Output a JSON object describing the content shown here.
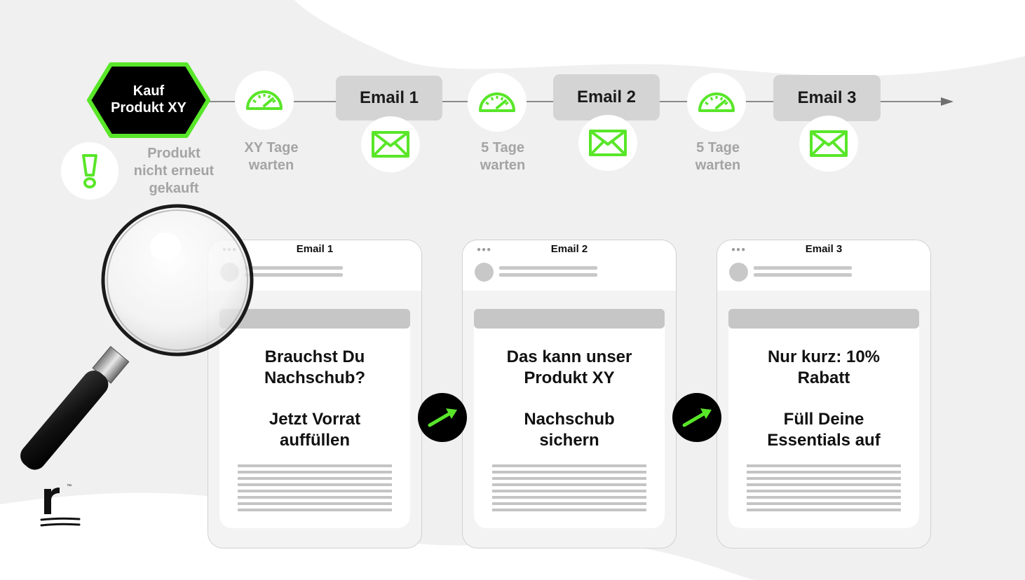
{
  "start": {
    "title": "Kauf Produkt XY",
    "line1": "Kauf",
    "line2": "Produkt XY"
  },
  "condition": {
    "line1": "Produkt",
    "line2": "nicht erneut",
    "line3": "gekauft"
  },
  "waits": [
    {
      "line1": "XY Tage",
      "line2": "warten"
    },
    {
      "line1": "5 Tage",
      "line2": "warten"
    },
    {
      "line1": "5 Tage",
      "line2": "warten"
    }
  ],
  "emails": [
    {
      "label": "Email 1",
      "headline1": "Brauchst Du",
      "headline2": "Nachschub?",
      "cta1": "Jetzt Vorrat",
      "cta2": "auffüllen"
    },
    {
      "label": "Email 2",
      "headline1": "Das kann unser",
      "headline2": "Produkt XY",
      "cta1": "Nachschub",
      "cta2": "sichern"
    },
    {
      "label": "Email 3",
      "headline1": "Nur kurz: 10%",
      "headline2": "Rabatt",
      "cta1": "Füll Deine",
      "cta2": "Essentials auf"
    }
  ],
  "colors": {
    "accent": "#59e629",
    "dark": "#000000",
    "box": "#d4d4d4",
    "muted": "#a4a4a4",
    "background": "#f0f0f0"
  },
  "icons": {
    "wait": "speedometer-icon",
    "email": "envelope-icon",
    "condition": "exclamation-icon",
    "next": "arrow-up-right-icon",
    "search": "magnifier-icon",
    "brand": "logo-r"
  }
}
